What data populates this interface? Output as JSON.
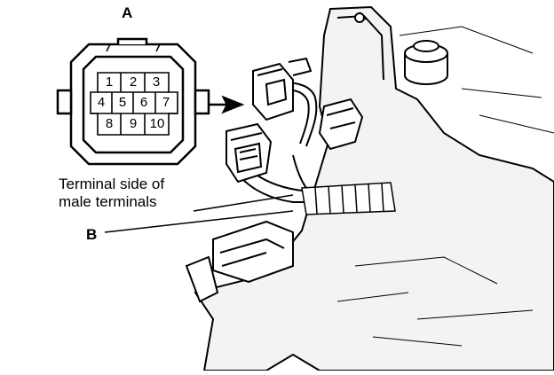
{
  "callouts": {
    "connector_label": "A",
    "pointer_label": "B"
  },
  "caption": {
    "line1": "Terminal side of",
    "line2": "male terminals"
  },
  "connector_pins": [
    {
      "num": "1"
    },
    {
      "num": "2"
    },
    {
      "num": "3"
    },
    {
      "num": "4"
    },
    {
      "num": "5"
    },
    {
      "num": "6"
    },
    {
      "num": "7"
    },
    {
      "num": "8"
    },
    {
      "num": "9"
    },
    {
      "num": "10"
    }
  ],
  "colors": {
    "ink": "#000000",
    "paper": "#ffffff",
    "shade": "#dcdcdc"
  }
}
